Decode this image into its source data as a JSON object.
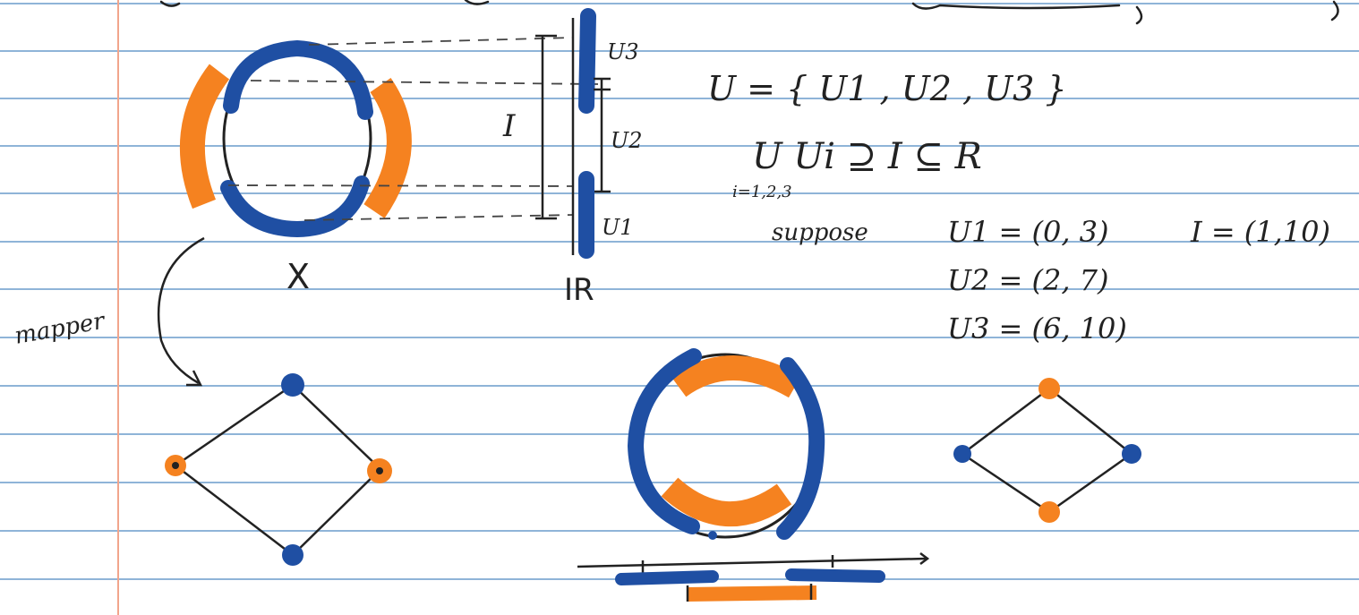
{
  "colors": {
    "paper": "#ffffff",
    "rule_line": "#8fb4d8",
    "margin_line": "#f2a58c",
    "ink": "#222222",
    "blue_marker": "#1f4fa3",
    "orange_marker": "#f58220"
  },
  "labels": {
    "space_x": "X",
    "reals": "IR",
    "mapper": "mapper",
    "interval": "I",
    "u1": "U1",
    "u2": "U2",
    "u3": "U3"
  },
  "equations": {
    "cover_def": "U = { U1 , U2 , U3 }",
    "union_line": "U Ui  ⊇  I ⊆ R",
    "union_index": "i=1,2,3",
    "suppose": "suppose",
    "u1_def": "U1 = (0, 3)",
    "u2_def": "U2 = (2, 7)",
    "u3_def": "U3 = (6, 10)",
    "interval_def": "I = (1,10)"
  }
}
